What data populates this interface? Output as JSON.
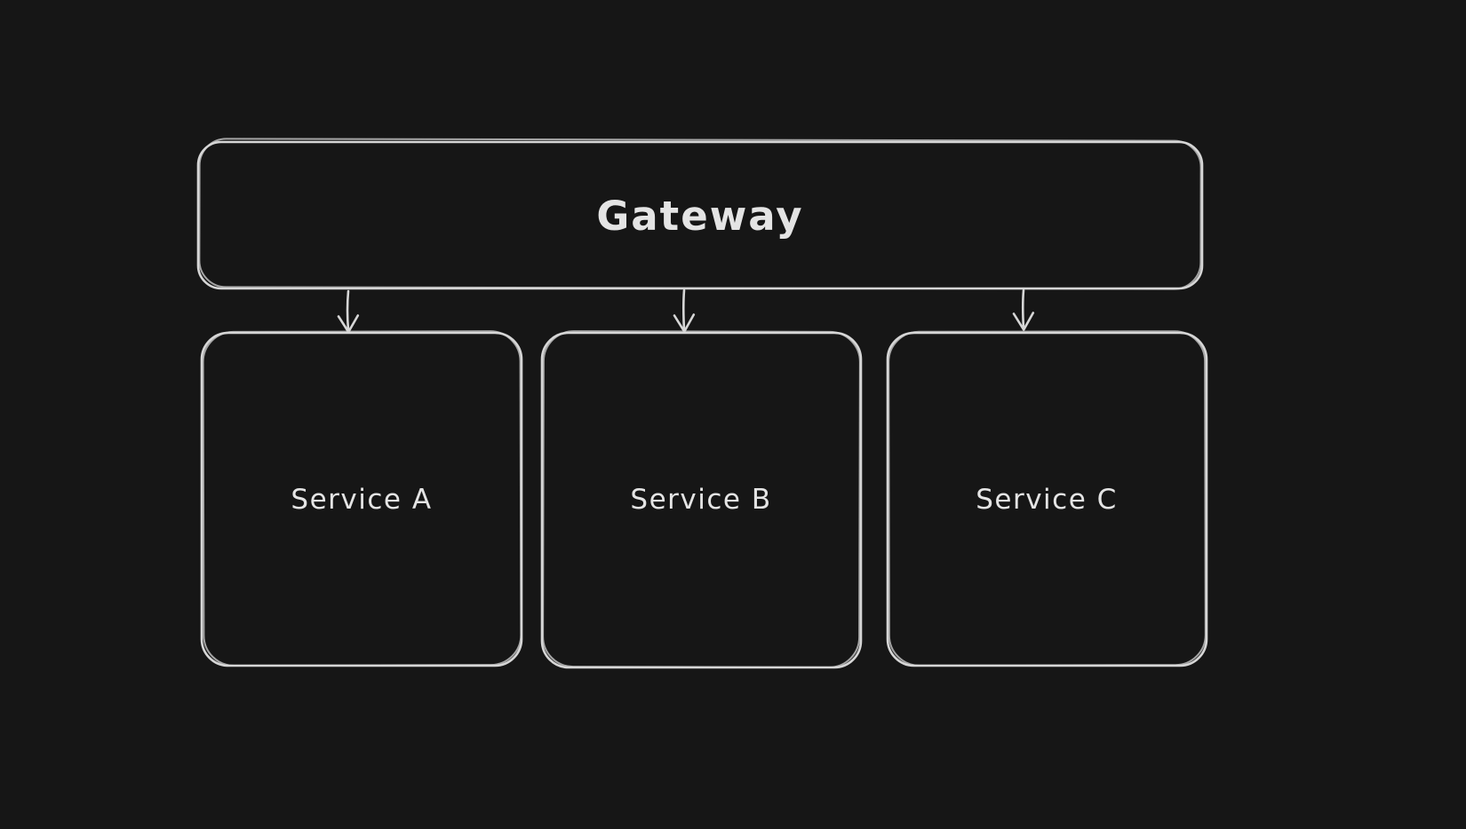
{
  "theme": {
    "canvas_background": "#161616",
    "stroke_color": "#d6d6d6",
    "text_color": "#e4e4e4"
  },
  "diagram": {
    "type": "flowchart",
    "style": "hand-drawn",
    "nodes": [
      {
        "id": "gateway",
        "label": "Gateway"
      },
      {
        "id": "service-a",
        "label": "Service A"
      },
      {
        "id": "service-b",
        "label": "Service B"
      },
      {
        "id": "service-c",
        "label": "Service C"
      }
    ],
    "edges": [
      {
        "from": "gateway",
        "to": "service-a",
        "arrowhead": "open-v"
      },
      {
        "from": "gateway",
        "to": "service-b",
        "arrowhead": "open-v"
      },
      {
        "from": "gateway",
        "to": "service-c",
        "arrowhead": "open-v"
      }
    ]
  }
}
